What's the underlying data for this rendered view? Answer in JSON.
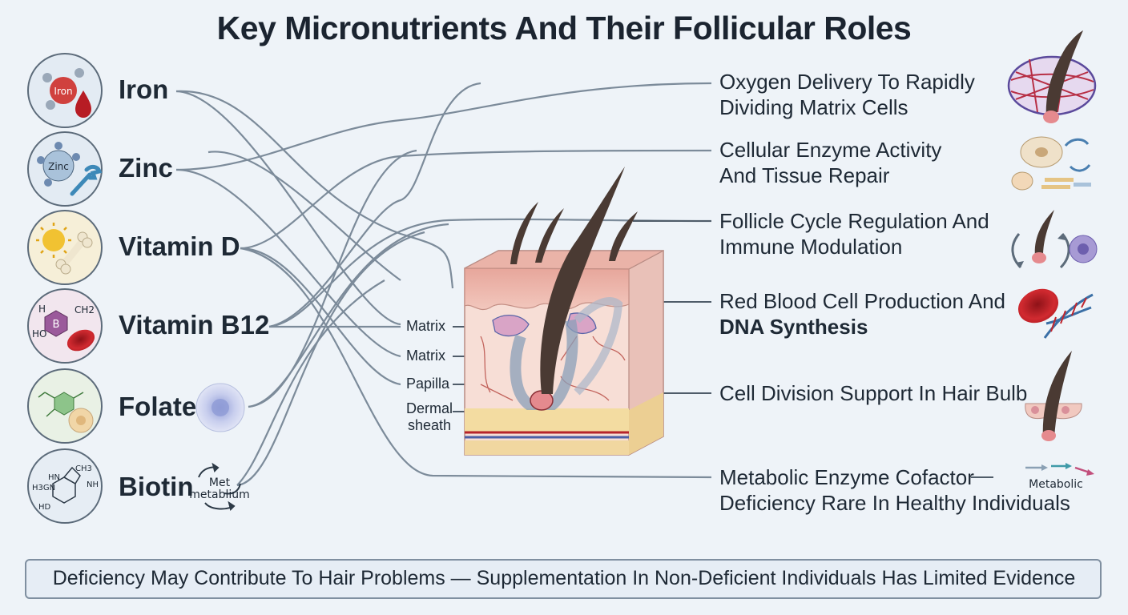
{
  "title": "Key Micronutrients And Their Follicular Roles",
  "nutrients": [
    {
      "label": "Iron",
      "icon": "iron-molecule-blood-drop-icon",
      "icon_text": "Iron"
    },
    {
      "label": "Zinc",
      "icon": "zinc-atom-wrench-icon",
      "icon_text": "Zinc"
    },
    {
      "label": "Vitamin D",
      "icon": "sun-bone-icon"
    },
    {
      "label": "Vitamin B12",
      "icon": "b12-molecule-red-cell-icon",
      "icon_text": "B",
      "chem": [
        "H",
        "CH2",
        "HO"
      ]
    },
    {
      "label": "Folate",
      "icon": "folate-molecule-cell-icon",
      "extra_icon": "cell-icon"
    },
    {
      "label": "Biotin",
      "icon": "biotin-molecule-icon",
      "chem": [
        "CH3",
        "HN",
        "NH",
        "H3GN",
        "HD"
      ]
    }
  ],
  "biotin_badge": [
    "Met",
    "metablium"
  ],
  "roles": [
    {
      "line1": "Oxygen Delivery To Rapidly",
      "line2": "Dividing Matrix Cells",
      "icon": "capillary-network-follicle-icon"
    },
    {
      "line1": "Cellular Enzyme Activity",
      "line2": "And Tissue Repair",
      "icon": "enzyme-cells-icon"
    },
    {
      "line1": "Follicle Cycle Regulation And",
      "line2": "Immune Modulation",
      "icon": "follicle-cycle-immune-cell-icon"
    },
    {
      "line1": "Red Blood Cell Production And",
      "line2": "DNA Synthesis",
      "icon": "red-blood-cell-dna-icon"
    },
    {
      "line1": "Cell Division Support In Hair Bulb",
      "line2": "",
      "icon": "hair-bulb-icon"
    },
    {
      "line1": "Metabolic Enzyme Cofactor",
      "line2": "Deficiency Rare In Healthy Individuals",
      "icon": "metabolic-pathway-icon",
      "icon_text": "Metabolic"
    }
  ],
  "structures": {
    "matrix_1": "Matrix",
    "matrix_2": "Matrix",
    "papilla": "Papilla",
    "dermal_sheath_1": "Dermal",
    "dermal_sheath_2": "sheath"
  },
  "footer": "Deficiency May Contribute To Hair Problems — Supplementation In Non-Deficient Individuals Has Limited Evidence",
  "colors": {
    "background": "#eef3f8",
    "connector": "#7c8b9a",
    "skin": "#f1c9c0",
    "fat": "#f3dca1",
    "hair": "#4a3a33",
    "blood": "#c0262e"
  }
}
